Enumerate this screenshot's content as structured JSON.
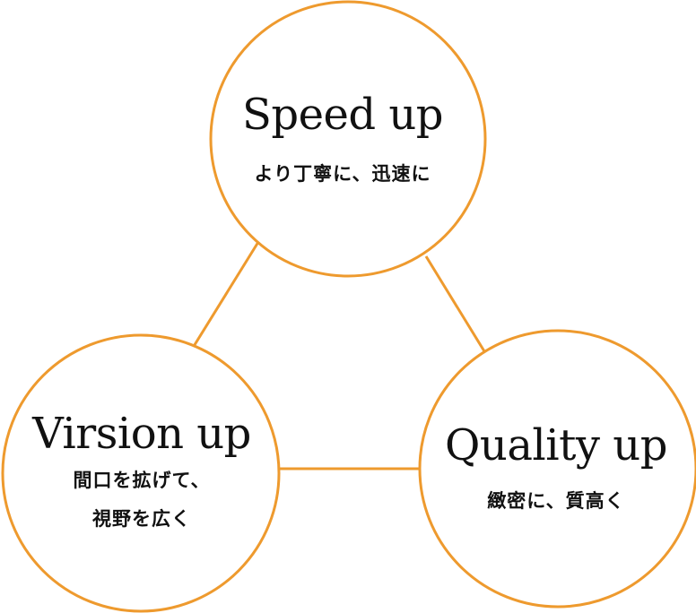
{
  "colors": {
    "accent": "#ee9a2e",
    "text": "#111111",
    "background": "#ffffff"
  },
  "nodes": [
    {
      "id": "speed",
      "title": "Speed up",
      "subtitle_lines": [
        "より丁寧に、迅速に"
      ]
    },
    {
      "id": "virsion",
      "title": "Virsion up",
      "subtitle_lines": [
        "間口を拡げて、",
        "視野を広く"
      ]
    },
    {
      "id": "quality",
      "title": "Quality up",
      "subtitle_lines": [
        "緻密に、質高く"
      ]
    }
  ]
}
